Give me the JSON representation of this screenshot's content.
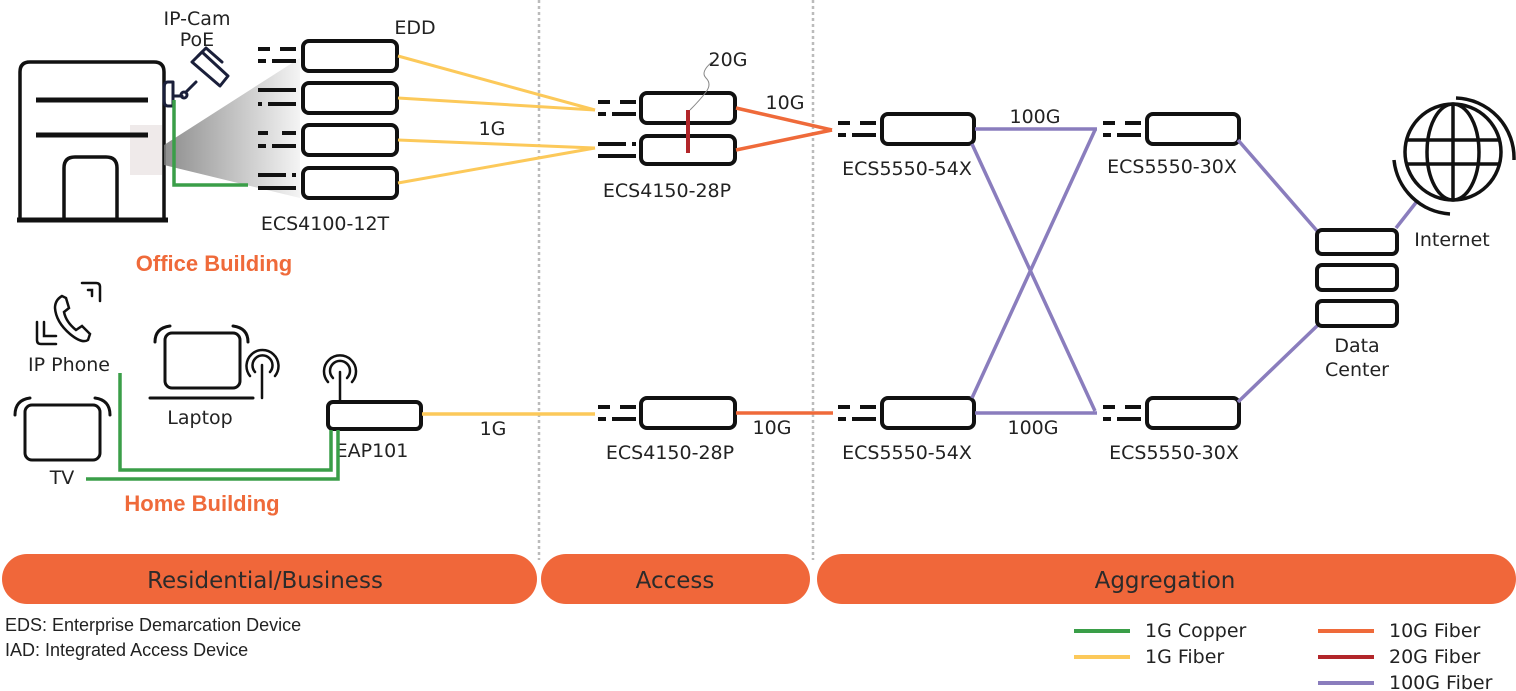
{
  "colors": {
    "copper_1g": "#3a9e48",
    "fiber_1g": "#fcc95a",
    "fiber_10g": "#ef6a3a",
    "fiber_20g": "#b2262a",
    "fiber_100g": "#8a7dbd",
    "band": "#f0673a",
    "building_label": "#ef6a3a",
    "divider": "#bbbbbb"
  },
  "office": {
    "title": "Office Building",
    "camera_label_line1": "IP-Cam",
    "camera_label_line2": "PoE",
    "edd_label": "EDD",
    "switch_label": "ECS4100-12T",
    "uplink_speed": "1G"
  },
  "access_top": {
    "switch_label": "ECS4150-28P",
    "stack_speed": "20G",
    "uplink_speed": "10G"
  },
  "aggregation": {
    "top_left_label": "ECS5550-54X",
    "top_right_label": "ECS5550-30X",
    "bottom_left_label": "ECS5550-54X",
    "bottom_right_label": "ECS5550-30X",
    "top_link_speed": "100G",
    "bottom_link_speed": "100G"
  },
  "datacenter": {
    "label_line1": "Data",
    "label_line2": "Center",
    "internet_label": "Internet"
  },
  "home": {
    "title": "Home Building",
    "phone_label": "IP Phone",
    "laptop_label": "Laptop",
    "tv_label": "TV",
    "ap_label": "EAP101",
    "ap_uplink_speed": "1G"
  },
  "access_bottom": {
    "switch_label": "ECS4150-28P",
    "uplink_speed": "10G"
  },
  "bands": [
    {
      "label": "Residential/Business"
    },
    {
      "label": "Access"
    },
    {
      "label": "Aggregation"
    }
  ],
  "notes": [
    "EDS: Enterprise Demarcation Device",
    "IAD: Integrated Access Device"
  ],
  "legend": [
    {
      "label": "1G Copper",
      "color": "#3a9e48"
    },
    {
      "label": "1G Fiber",
      "color": "#fcc95a"
    },
    {
      "label": "10G Fiber",
      "color": "#ef6a3a"
    },
    {
      "label": "20G Fiber",
      "color": "#b2262a"
    },
    {
      "label": "100G Fiber",
      "color": "#8a7dbd"
    }
  ]
}
